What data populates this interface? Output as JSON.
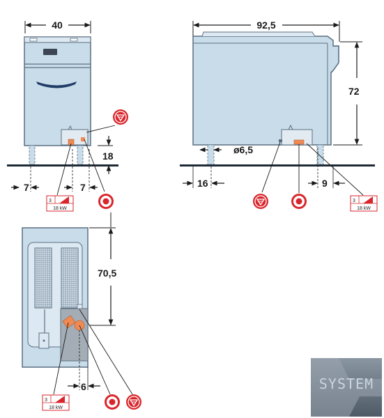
{
  "front_view": {
    "width_dim": "40",
    "leg_left_dim": "7",
    "leg_right_dim": "7",
    "connection_height_dim": "18",
    "power_badge": {
      "phase": "3",
      "power": "18 kW"
    }
  },
  "side_view": {
    "depth_dim": "92,5",
    "height_dim": "72",
    "foot_diameter_dim": "ø6,5",
    "front_offset_dim": "16",
    "rear_offset_dim": "9",
    "power_badge": {
      "phase": "3",
      "power": "18 kW"
    }
  },
  "top_view": {
    "depth_dim": "70,5",
    "offset_dim": "6",
    "power_badge": {
      "phase": "3",
      "power": "18 kW"
    }
  },
  "logo": {
    "text": "SYSTEM"
  },
  "colors": {
    "body_fill": "#c8dcea",
    "body_stroke": "#5b6f80",
    "panel_fill": "#e3ebf2",
    "floor": "#1e2a36",
    "gas_red": "#d9262c",
    "electric_orange": "#f08a55"
  },
  "icons": [
    "gas-connection-icon",
    "electric-connection-icon",
    "power-rating-badge",
    "company-logo"
  ]
}
